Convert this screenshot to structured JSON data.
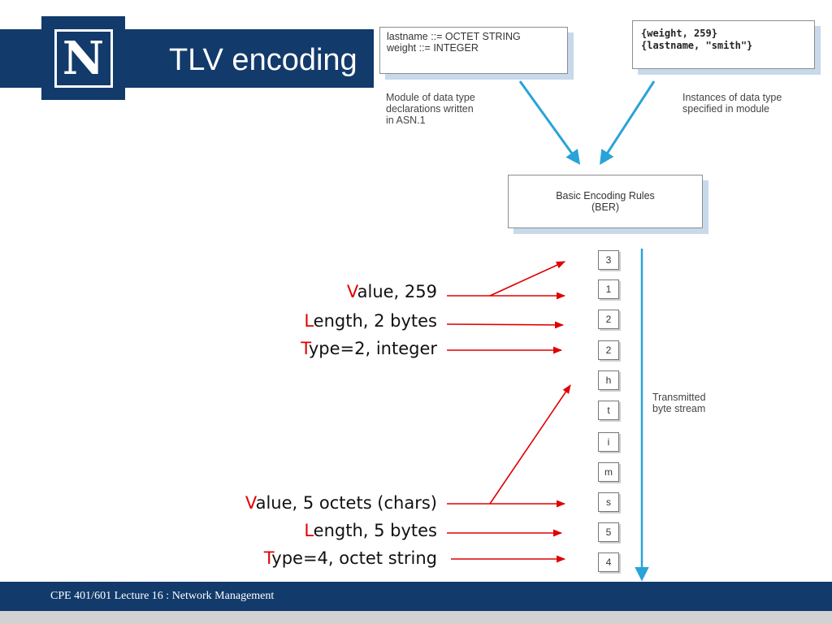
{
  "header": {
    "title": "TLV encoding",
    "logo_letter": "N"
  },
  "footer": {
    "text": "CPE 401/601 Lecture 16 : Network Management"
  },
  "diagram": {
    "module_box": {
      "lines": [
        "lastname ::= OCTET STRING",
        "weight ::= INTEGER"
      ]
    },
    "module_caption": [
      "Module of data type",
      "declarations written",
      "in ASN.1"
    ],
    "instances_box": {
      "lines": [
        "{weight, 259}",
        "{lastname, \"smith\"}"
      ]
    },
    "instances_caption": [
      "Instances of data type",
      "specified in module"
    ],
    "ber_box": {
      "lines": [
        "Basic Encoding Rules",
        "(BER)"
      ]
    },
    "stream_label": [
      "Transmitted",
      "byte stream"
    ],
    "bytes": [
      "3",
      "1",
      "2",
      "2",
      "h",
      "t",
      "i",
      "m",
      "s",
      "5",
      "4"
    ]
  },
  "annotations": [
    {
      "initial": "V",
      "rest": "alue, 259"
    },
    {
      "initial": "L",
      "rest": "ength, 2 bytes"
    },
    {
      "initial": "T",
      "rest": "ype=2, integer"
    },
    {
      "initial": "V",
      "rest": "alue, 5 octets (chars)"
    },
    {
      "initial": "L",
      "rest": "ength, 5 bytes"
    },
    {
      "initial": "T",
      "rest": "ype=4, octet string"
    }
  ],
  "colors": {
    "header_blue": "#123a6b",
    "arrow_blue": "#29a3d8",
    "annotation_red": "#e00000"
  }
}
